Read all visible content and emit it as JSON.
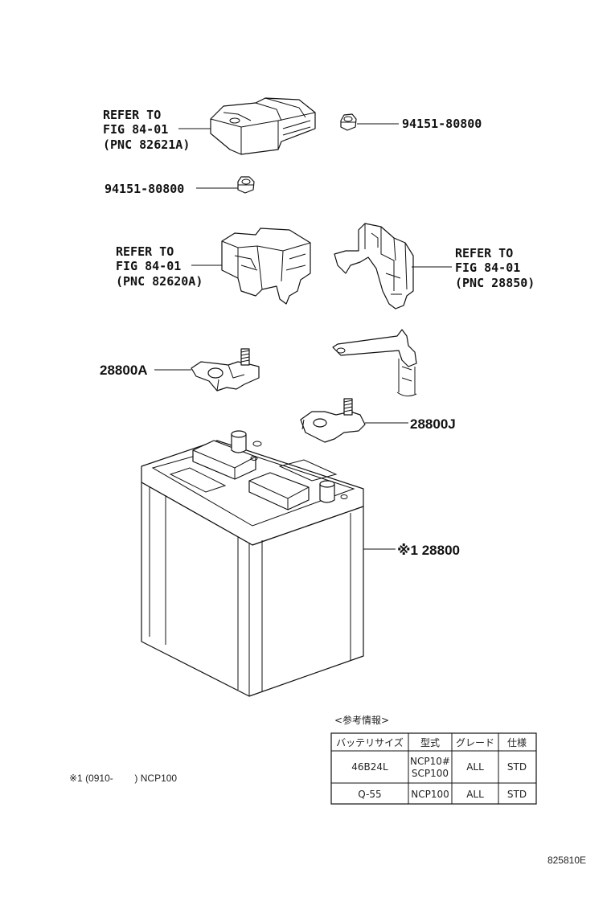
{
  "callouts": {
    "top_cover": {
      "line1": "REFER TO",
      "line2": "FIG 84-01",
      "line3": "(PNC 82621A)"
    },
    "nut_right": "94151-80800",
    "nut_left": "94151-80800",
    "middle_cover": {
      "line1": "REFER TO",
      "line2": "FIG 84-01",
      "line3": "(PNC 82620A)"
    },
    "bracket": {
      "line1": "REFER TO",
      "line2": "FIG 84-01",
      "line3": "(PNC 28850)"
    },
    "terminal_a": "28800A",
    "terminal_j": "28800J",
    "battery": "※1 28800"
  },
  "footnote": "※1 (0910-        ) NCP100",
  "table": {
    "caption": "<参考情報>",
    "headers": [
      "バッテリサイズ",
      "型式",
      "グレード",
      "仕様"
    ],
    "rows": [
      {
        "size": "46B24L",
        "model_line1": "NCP10#",
        "model_line2": "SCP100",
        "grade": "ALL",
        "spec": "STD"
      },
      {
        "size": "Q-55",
        "model_line1": "NCP100",
        "model_line2": "",
        "grade": "ALL",
        "spec": "STD"
      }
    ]
  },
  "figure_id": "825810E"
}
